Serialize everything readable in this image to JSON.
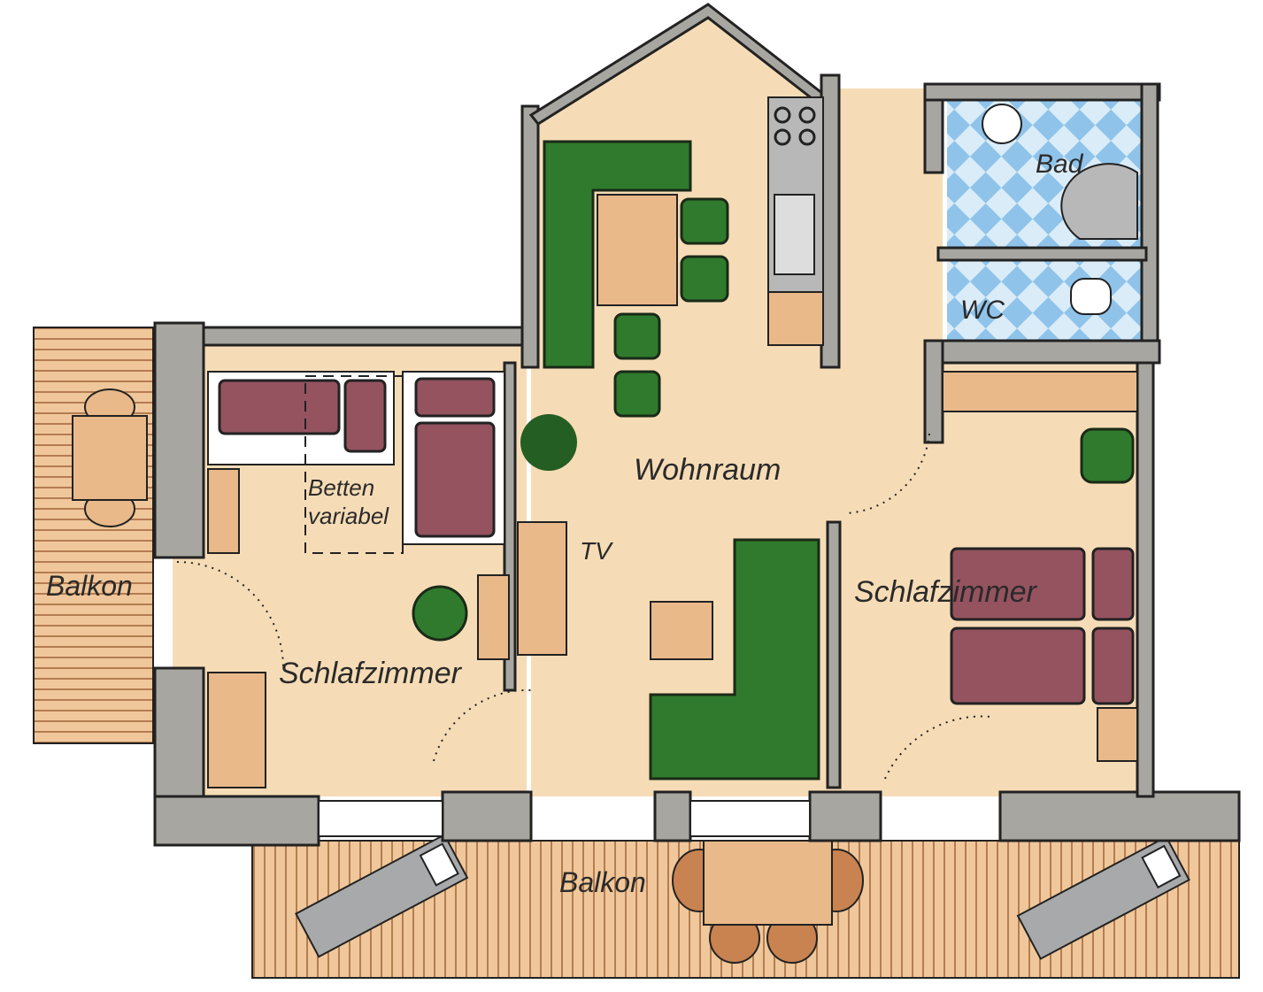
{
  "plan": {
    "rooms": {
      "bath": "Bad",
      "wc": "WC",
      "living": "Wohnraum",
      "tv": "TV",
      "beds_line1": "Betten",
      "beds_line2": "variabel",
      "bedroom_left": "Schlafzimmer",
      "bedroom_right": "Schlafzimmer",
      "balcony_left": "Balkon",
      "balcony_bottom": "Balkon"
    },
    "colors": {
      "floor": "#f6dcb6",
      "wall": "#a8a6a0",
      "sofa": "#2f7a2c",
      "bed": "#94535f",
      "tile": "#8fc3ea",
      "balcony": "#e9b98a"
    }
  }
}
